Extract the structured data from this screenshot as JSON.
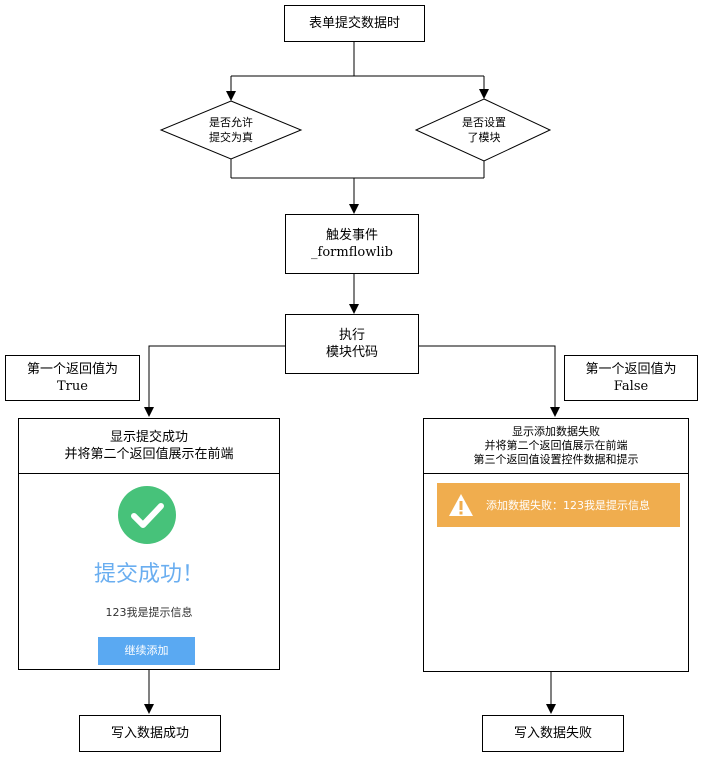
{
  "nodes": {
    "start": "表单提交数据时",
    "decision_left": [
      "是否允许",
      "提交为真"
    ],
    "decision_right": [
      "是否设置",
      "了模块"
    ],
    "trigger": [
      "触发事件",
      "_formflowlib"
    ],
    "execute": [
      "执行",
      "模块代码"
    ],
    "note_left": [
      "第一个返回值为",
      "True"
    ],
    "note_right": [
      "第一个返回值为",
      "False"
    ],
    "end_left": "写入数据成功",
    "end_right": "写入数据失败"
  },
  "success_panel": {
    "header": [
      "显示提交成功",
      "并将第二个返回值展示在前端"
    ],
    "title": "提交成功！",
    "message": "123我是提示信息",
    "button": "继续添加",
    "icon": "check-circle-icon",
    "accent": "#47c27a",
    "title_color": "#6aaef0",
    "button_color": "#5aa9f2"
  },
  "failure_panel": {
    "header": [
      "显示添加数据失败",
      "并将第二个返回值展示在前端",
      "第三个返回值设置控件数据和提示"
    ],
    "alert": "添加数据失败：123我是提示信息",
    "icon": "warning-triangle-icon",
    "alert_color": "#f0ad4e"
  }
}
